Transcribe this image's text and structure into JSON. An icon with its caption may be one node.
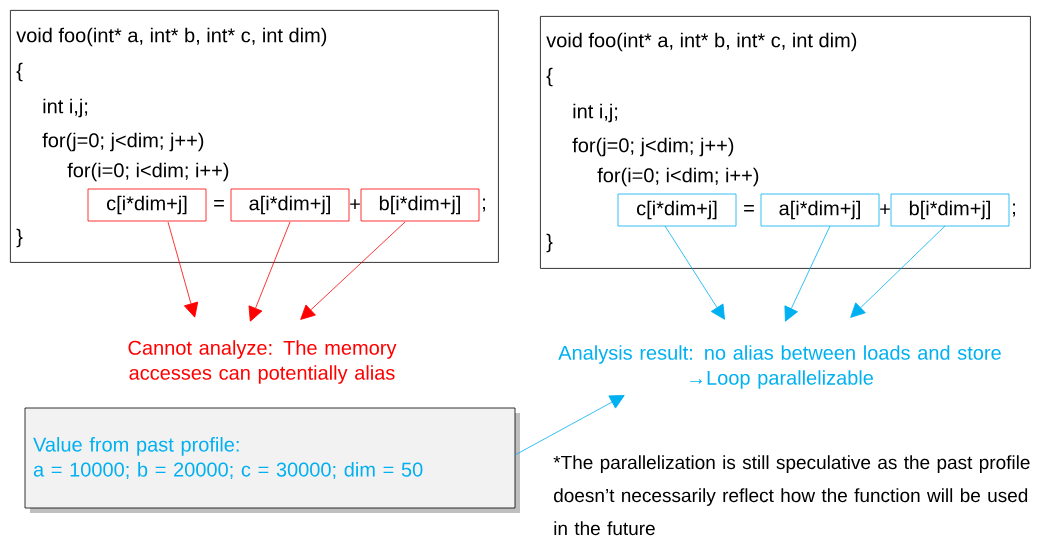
{
  "diagram": {
    "nodes": [
      {
        "text": [
          "void foo(int* a, int* b, int* c, int dim)",
          "{",
          "int i,j;",
          "for(j=0; j<dim; j++)",
          "for(i=0; i<dim; i++)",
          "=",
          "+",
          ";",
          "}"
        ]
      },
      {
        "text": [
          "c[i*dim+j]"
        ],
        "in": 0
      },
      {
        "text": [
          "a[i*dim+j]"
        ],
        "in": 0
      },
      {
        "text": [
          "b[i*dim+j]"
        ],
        "in": 0
      },
      {
        "text": [
          "Cannot analyze: The memory accesses can potentially alias"
        ]
      },
      {
        "text": [
          "void foo(int* a, int* b, int* c, int dim)",
          "{",
          "int i,j;",
          "for(j=0; j<dim; j++)",
          "for(i=0; i<dim; i++)",
          "=",
          "+",
          ";",
          "}"
        ]
      },
      {
        "text": [
          "c[i*dim+j]"
        ],
        "in": 5
      },
      {
        "text": [
          "a[i*dim+j]"
        ],
        "in": 5
      },
      {
        "text": [
          "b[i*dim+j]"
        ],
        "in": 5
      },
      {
        "text": [
          "Analysis result: no alias between loads and store",
          "→Loop parallelizable"
        ]
      },
      {
        "text": [
          "Value from past profile:",
          "a = 10000; b = 20000; c = 30000; dim = 50"
        ]
      }
    ],
    "edges": [
      {
        "from": 1,
        "to": 4,
        "arrow": "to",
        "color": "#ff0000"
      },
      {
        "from": 2,
        "to": 4,
        "arrow": "to",
        "color": "#ff0000"
      },
      {
        "from": 3,
        "to": 4,
        "arrow": "to",
        "color": "#ff0000"
      },
      {
        "from": 6,
        "to": 9,
        "arrow": "to"
      },
      {
        "from": 7,
        "to": 9,
        "arrow": "to"
      },
      {
        "from": 8,
        "to": 9,
        "arrow": "to"
      },
      {
        "from": 10,
        "to": 9,
        "arrow": "to"
      }
    ],
    "labels": [
      "*The parallelization is still speculative as the past profile doesn’t necessarily reflect how the function will be used in the future"
    ]
  }
}
